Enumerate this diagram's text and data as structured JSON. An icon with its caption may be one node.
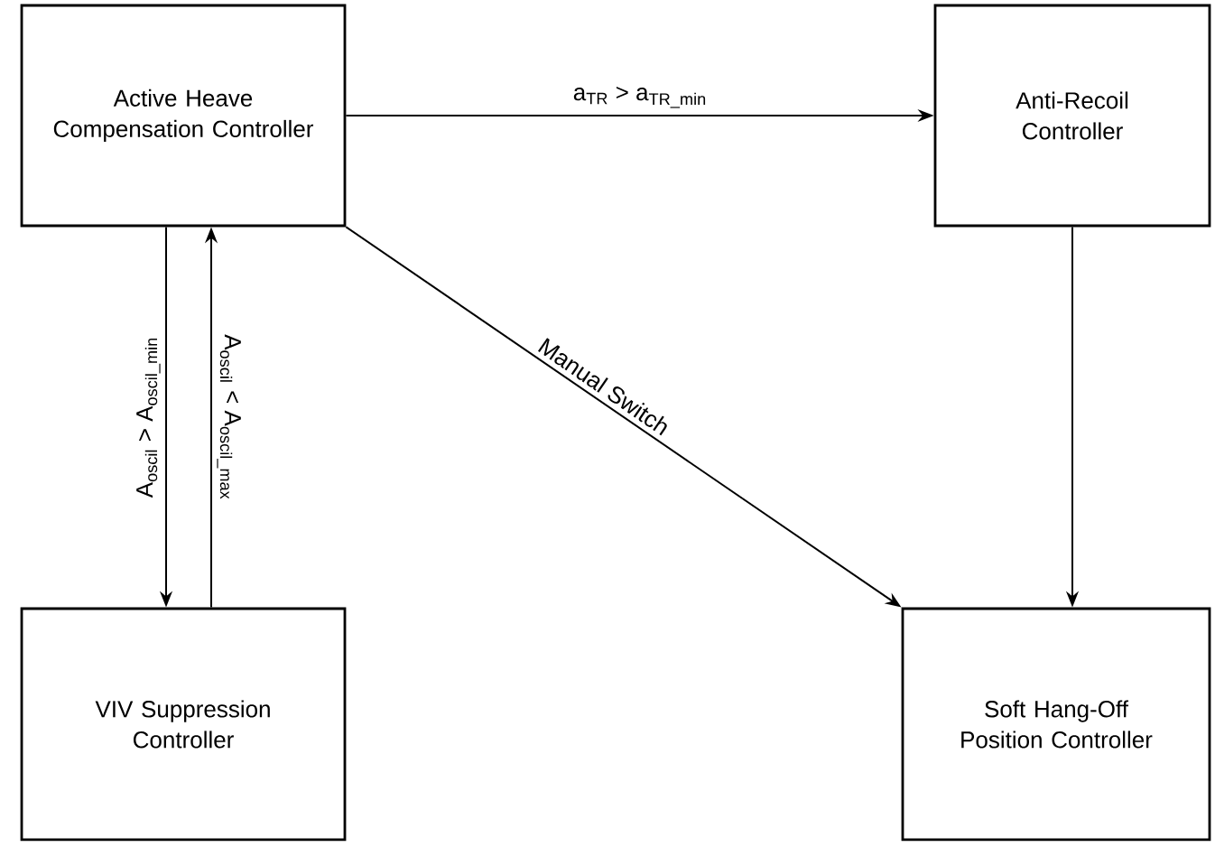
{
  "diagram": {
    "nodes": [
      {
        "text": [
          "Active Heave Compensation Controller"
        ]
      },
      {
        "text": [
          "Anti-Recoil Controller"
        ]
      },
      {
        "text": [
          "VIV Suppression Controller"
        ]
      },
      {
        "text": [
          "Soft Hang-Off Position Controller"
        ]
      }
    ],
    "edges": [
      {
        "from": 0,
        "to": 1,
        "arrow": "to",
        "label": "a$_{TR}$ > a$_{TR_min}$"
      },
      {
        "from": 0,
        "to": 3,
        "arrow": "to",
        "label": "Manual Switch"
      },
      {
        "from": 1,
        "to": 3,
        "arrow": "to"
      },
      {
        "from": 0,
        "to": 2,
        "arrow": "to",
        "label": "A$_{oscil}$ > A$_{oscil_min}$"
      },
      {
        "from": 2,
        "to": 0,
        "arrow": "to",
        "label": "A$_{oscil}$ < A$_{oscil_max}$"
      }
    ]
  }
}
